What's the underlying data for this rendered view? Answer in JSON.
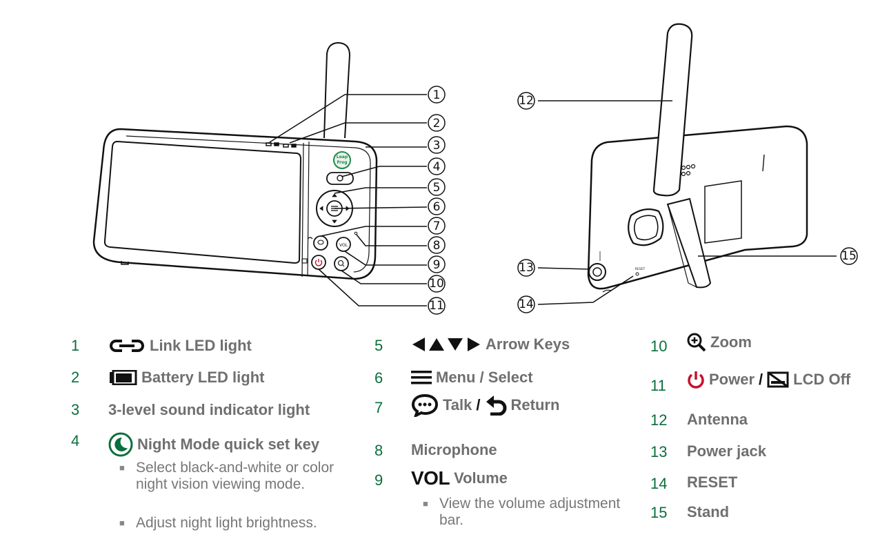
{
  "callouts": [
    "1",
    "2",
    "3",
    "4",
    "5",
    "6",
    "7",
    "8",
    "9",
    "10",
    "11",
    "12",
    "13",
    "14",
    "15"
  ],
  "device_labels": {
    "brand_top": "Leap",
    "brand_bottom": "Frog",
    "vol_key": "VOL",
    "reset": "RESET"
  },
  "legend": {
    "item1": {
      "num": "1",
      "label": "Link LED light",
      "icon": "link-icon"
    },
    "item2": {
      "num": "2",
      "label": "Battery LED light",
      "icon": "battery-icon"
    },
    "item3": {
      "num": "3",
      "label": "3-level sound indicator light"
    },
    "item4": {
      "num": "4",
      "label": "Night Mode quick set key",
      "icon": "moon-icon",
      "bullets": [
        "Select black-and-white or color night vision viewing mode.",
        "Adjust night light brightness."
      ]
    },
    "item5": {
      "num": "5",
      "label": "Arrow Keys",
      "icon": "arrows-icon"
    },
    "item6": {
      "num": "6",
      "label": "Menu / Select",
      "icon": "menu-icon"
    },
    "item7": {
      "num": "7",
      "label_a": "Talk",
      "sep": "/",
      "label_b": "Return",
      "icon_a": "talk-icon",
      "icon_b": "return-icon"
    },
    "item8": {
      "num": "8",
      "label": "Microphone"
    },
    "item9": {
      "num": "9",
      "prefix": "VOL",
      "label": "Volume",
      "bullets": [
        "View the volume adjustment bar."
      ]
    },
    "item10": {
      "num": "10",
      "label": "Zoom",
      "icon": "zoom-icon"
    },
    "item11": {
      "num": "11",
      "label_a": "Power",
      "sep": "/",
      "label_b": "LCD Off",
      "icon_a": "power-icon",
      "icon_b": "lcd-off-icon"
    },
    "item12": {
      "num": "12",
      "label": "Antenna"
    },
    "item13": {
      "num": "13",
      "label": "Power jack"
    },
    "item14": {
      "num": "14",
      "label": "RESET"
    },
    "item15": {
      "num": "15",
      "label": "Stand"
    }
  },
  "colors": {
    "number_green": "#0b6e3c",
    "label_gray": "#6f6f6f",
    "power_red": "#c8102e",
    "brand_green": "#1f8a4c"
  }
}
